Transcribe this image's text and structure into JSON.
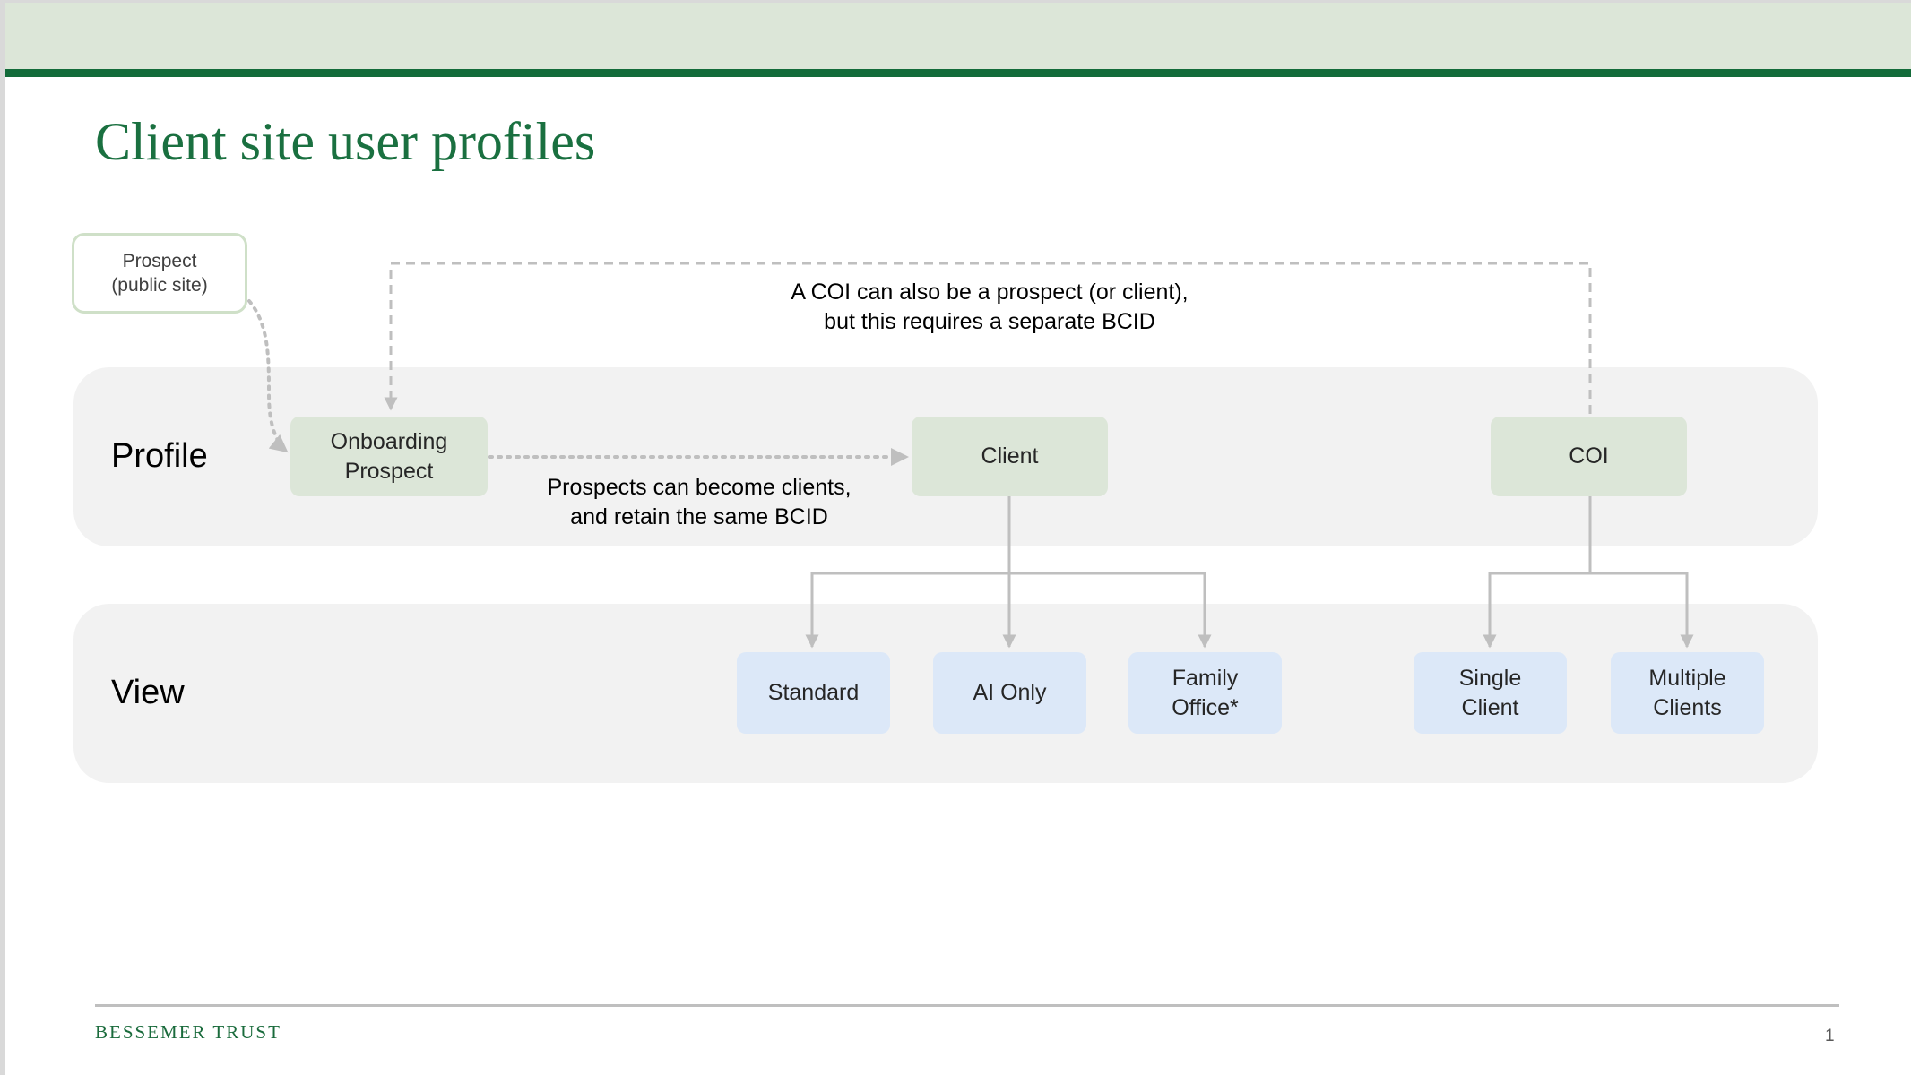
{
  "slide": {
    "title": "Client site user profiles",
    "footer_brand": "BESSEMER TRUST",
    "page_number": "1"
  },
  "rows": {
    "profile_label": "Profile",
    "view_label": "View"
  },
  "nodes": {
    "prospect_public": "Prospect\n(public site)",
    "onboarding_prospect": "Onboarding\nProspect",
    "client": "Client",
    "coi": "COI",
    "standard": "Standard",
    "ai_only": "AI Only",
    "family_office": "Family\nOffice*",
    "single_client": "Single\nClient",
    "multiple_clients": "Multiple\nClients"
  },
  "notes": {
    "coi_note": "A COI can also be a prospect (or client),\nbut this requires a separate BCID",
    "prospect_note": "Prospects can become clients,\nand retain the same BCID"
  },
  "colors": {
    "brand_green": "#1a7040",
    "profile_node_fill": "#dce6d8",
    "view_node_fill": "#dce8f8",
    "row_fill": "#f2f2f2",
    "connector": "#bfbfbf"
  }
}
